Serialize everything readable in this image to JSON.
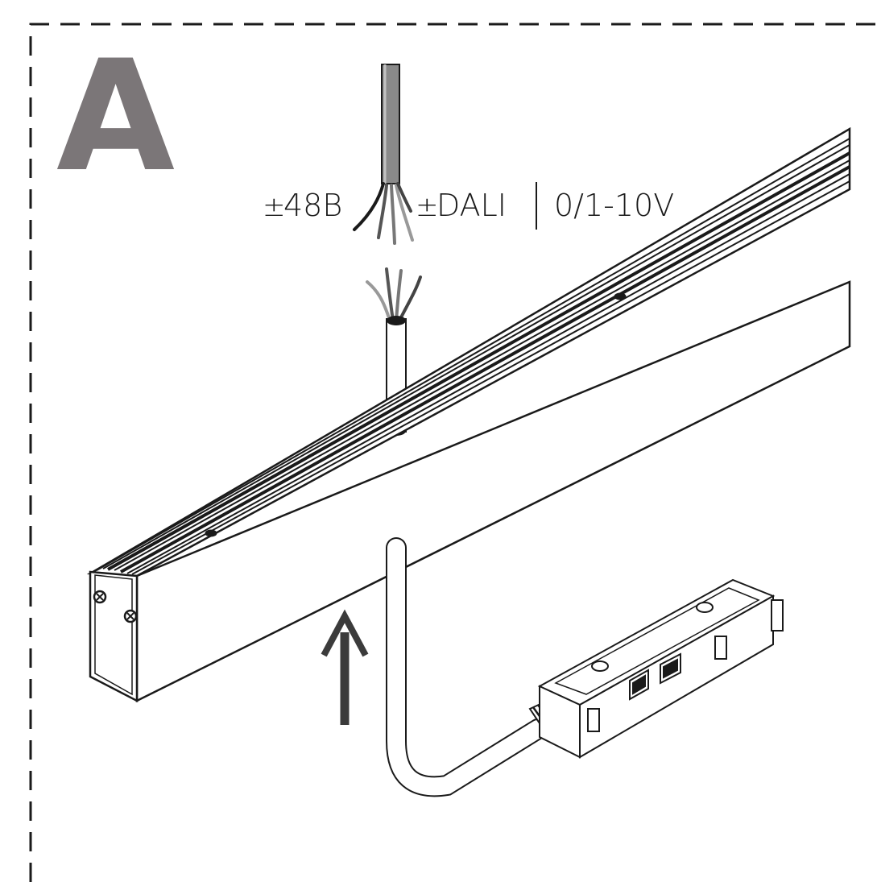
{
  "step": {
    "letter": "A"
  },
  "labels": {
    "power_sign": "±",
    "power": "48В",
    "dali_sign": "±",
    "dali": "DALI",
    "dimming": "0/1-10V"
  },
  "icons": {
    "direction_arrow": "arrow-up-icon",
    "end_cap_screw": "screw-icon"
  },
  "colors": {
    "step_letter": "#7b7678",
    "outline": "#1a1a1a",
    "cable_grey": "#8a8a8a",
    "dashed_border": "#1a1a1a",
    "arrow": "#3b3b3b"
  }
}
